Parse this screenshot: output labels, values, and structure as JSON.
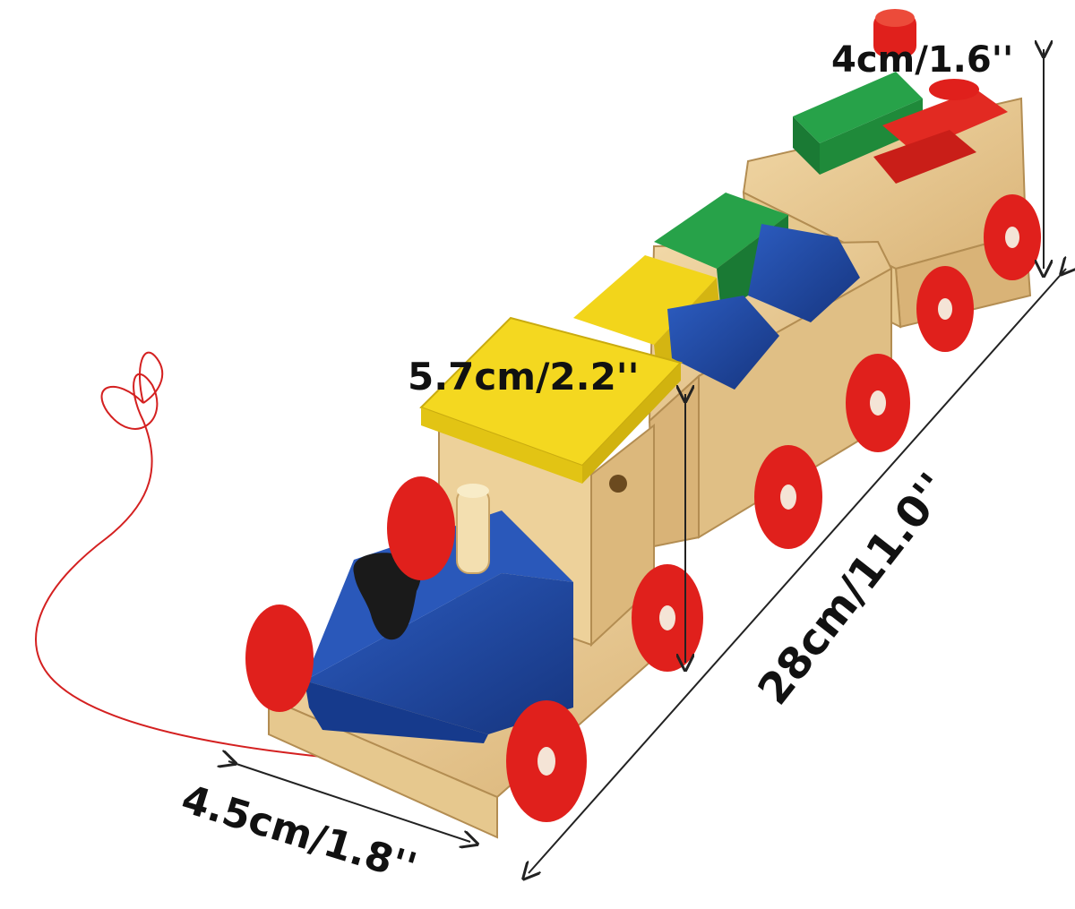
{
  "dimensions": {
    "height_front": "5.7cm/2.2''",
    "height_rear": "4cm/1.6''",
    "length": "28cm/11.0''",
    "width": "4.5cm/1.8''"
  },
  "colors": {
    "wood": "#e8c98f",
    "wood_dark": "#c9a466",
    "wheel_red": "#e0201c",
    "wheel_hub": "#f4e4d6",
    "block_blue": "#1f47a6",
    "block_green": "#1f8a3a",
    "block_yellow": "#f2d51b",
    "block_red": "#df2a22",
    "string_red": "#d42020",
    "chimney_black": "#1a1a1a"
  }
}
